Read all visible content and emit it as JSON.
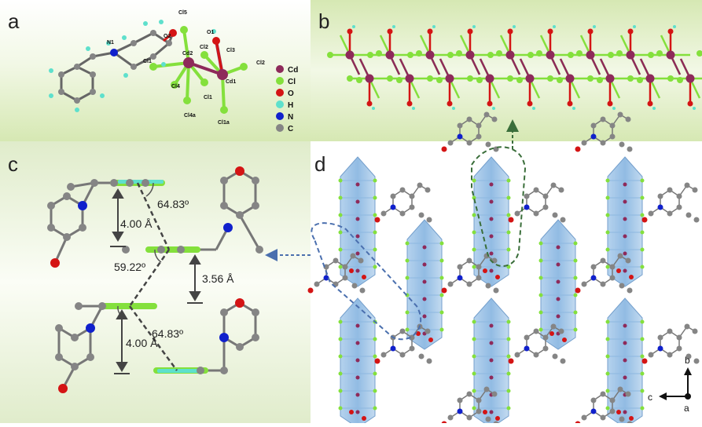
{
  "panels": {
    "a": "a",
    "b": "b",
    "c": "c",
    "d": "d"
  },
  "panel_a": {
    "atom_labels": [
      "N1",
      "O2",
      "Cl5",
      "O1",
      "Cl1",
      "Cd2",
      "Cl2",
      "Cl3",
      "Cl2",
      "Cl4",
      "Cd1",
      "Cl1",
      "Cl4a",
      "Cl1a"
    ],
    "legend": [
      "Cd",
      "Cl",
      "O",
      "H",
      "N",
      "C"
    ]
  },
  "panel_c": {
    "distances": [
      "4.00 Å",
      "3.56 Å",
      "4.00 Å"
    ],
    "angles": [
      "64.83º",
      "59.22º",
      "64.83º"
    ]
  },
  "panel_d": {
    "axes": [
      "b",
      "c",
      "a"
    ]
  },
  "colors": {
    "Cd": "#8e2a5a",
    "Cl": "#84e03c",
    "O": "#d41414",
    "H": "#5ee0cc",
    "N": "#1020cc",
    "C": "#858585",
    "polyhedron": "#7fb4e6",
    "background_tint": "#e3efc6",
    "dashed_green": "#3a6e3a",
    "dashed_blue": "#4a6fae"
  }
}
